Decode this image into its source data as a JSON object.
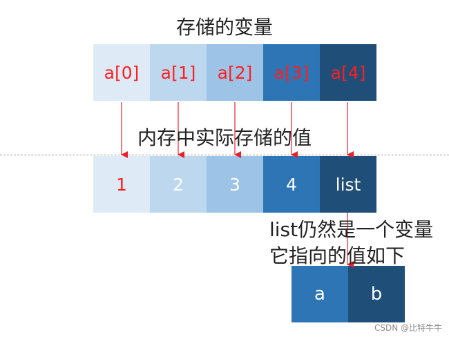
{
  "title_variables": "存储的变量",
  "variables": [
    "a[0]",
    "a[1]",
    "a[2]",
    "a[3]",
    "a[4]"
  ],
  "title_memory": "内存中实际存储的值",
  "memory_values": [
    "1",
    "2",
    "3",
    "4",
    "list"
  ],
  "note_line1": "list仍然是一个变量",
  "note_line2": "它指向的值如下",
  "list_values": [
    "a",
    "b"
  ],
  "watermark": "CSDN @比特牛牛",
  "colors": {
    "shade_0": "#deebf7",
    "shade_1": "#bdd7ee",
    "shade_2": "#9dc3e6",
    "shade_3": "#2e75b6",
    "shade_4": "#1f4e79",
    "arrow": "#e8202a",
    "variable_text": "#ff1f1f"
  }
}
